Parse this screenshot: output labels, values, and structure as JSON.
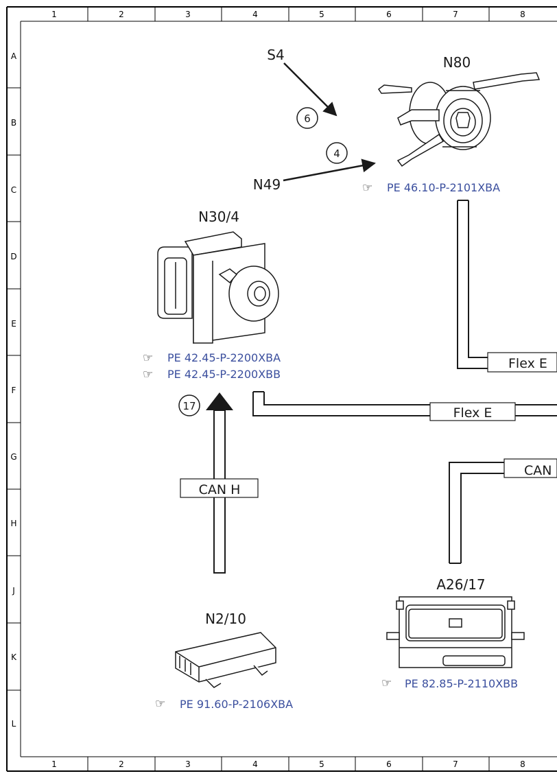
{
  "border": {
    "columns": [
      "1",
      "2",
      "3",
      "4",
      "5",
      "6",
      "7",
      "8"
    ],
    "rows": [
      "A",
      "B",
      "C",
      "D",
      "E",
      "F",
      "G",
      "H",
      "J",
      "K",
      "L"
    ]
  },
  "components": {
    "n80": {
      "label": "N80",
      "ref": "PE 46.10-P-2101XBA"
    },
    "n30_4": {
      "label": "N30/4",
      "refs": [
        "PE 42.45-P-2200XBA",
        "PE 42.45-P-2200XBB"
      ]
    },
    "n2_10": {
      "label": "N2/10",
      "ref": "PE 91.60-P-2106XBA"
    },
    "a26_17": {
      "label": "A26/17",
      "ref": "PE 82.85-P-2110XBB"
    }
  },
  "signals": {
    "s4": {
      "label": "S4",
      "num": "6"
    },
    "n49": {
      "label": "N49",
      "num": "4"
    },
    "can_h_num": "17"
  },
  "buses": {
    "flex_e_1": "Flex E",
    "flex_e_2": "Flex E",
    "can_h": "CAN H",
    "can_right": "CAN"
  }
}
